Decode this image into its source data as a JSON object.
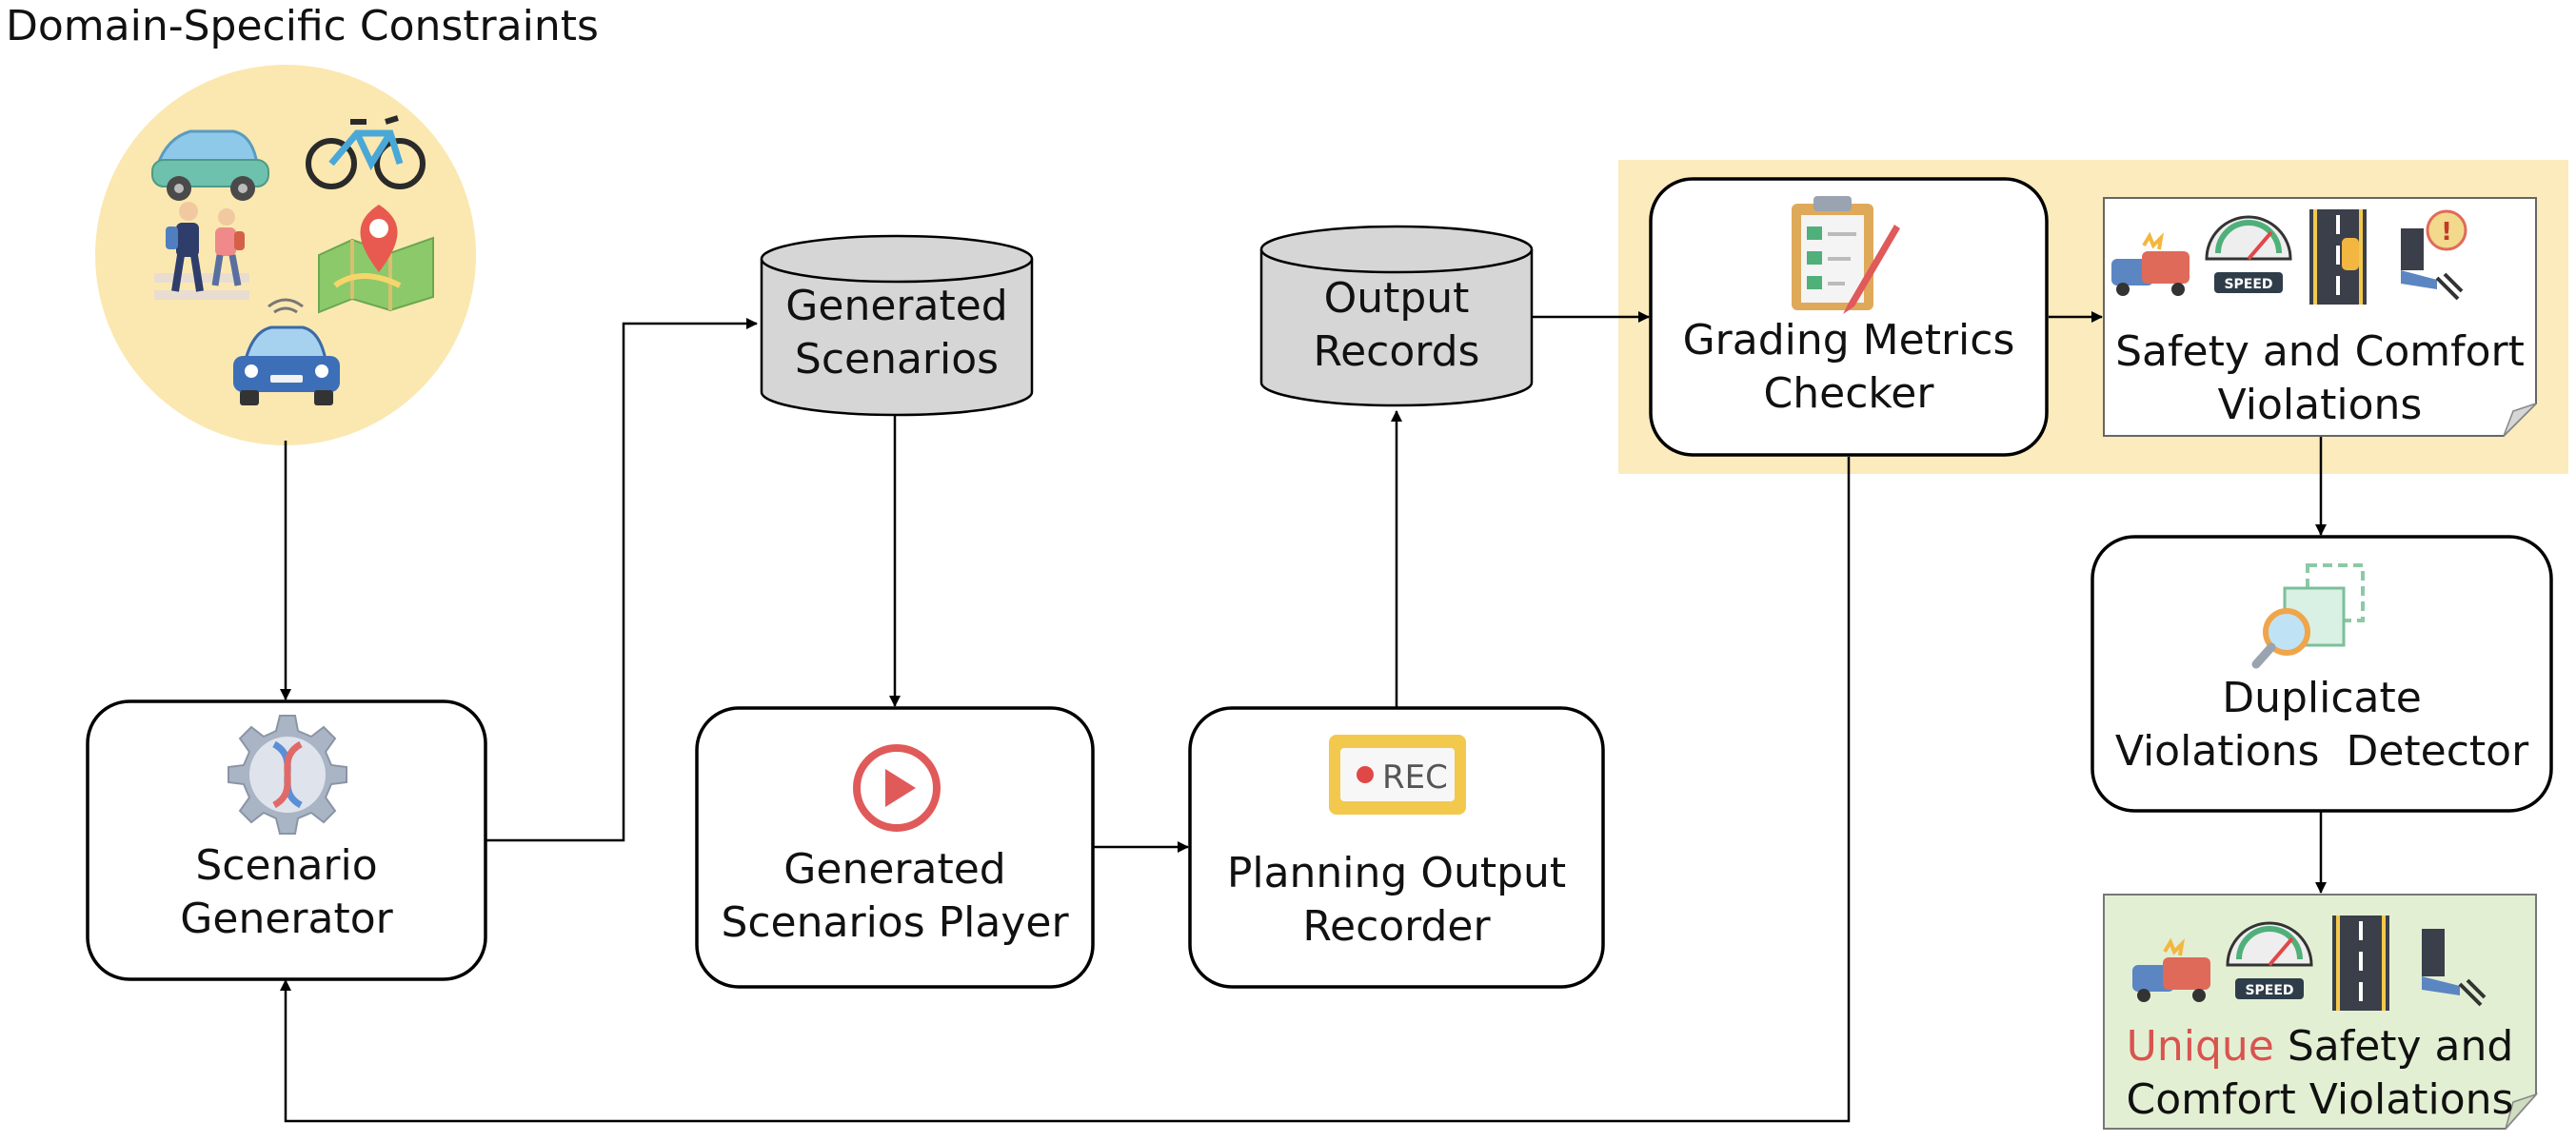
{
  "constraints": {
    "title": "Domain-Specific Constraints"
  },
  "nodes": {
    "scenario_generator": {
      "line1": "Scenario",
      "line2": "Generator"
    },
    "generated_scenarios": {
      "line1": "Generated",
      "line2": "Scenarios"
    },
    "scenarios_player": {
      "line1": "Generated",
      "line2": "Scenarios Player"
    },
    "output_records": {
      "line1": "Output",
      "line2": "Records"
    },
    "output_recorder": {
      "line1": "Planning Output",
      "line2": "Recorder",
      "rec_badge": "REC"
    },
    "grading_checker": {
      "line1": "Grading Metrics",
      "line2": "Checker"
    },
    "violations": {
      "line1": "Safety and Comfort",
      "line2": "Violations"
    },
    "duplicate_detector": {
      "line1": "Duplicate",
      "line2": "Violations  Detector"
    },
    "unique_violations": {
      "highlight": "Unique",
      "line1_rest": " Safety and",
      "line2": "Comfort Violations"
    }
  },
  "icons": {
    "speed_badge": "SPEED",
    "speed_badge_2": "SPEED"
  },
  "colors": {
    "highlight_band": "#fbebbd",
    "constraints_circle": "#fbe8b0",
    "database_fill": "#d6d6d6",
    "unique_box_fill": "#e3efd3",
    "unique_text": "#d9534f",
    "box_stroke": "#000000"
  }
}
